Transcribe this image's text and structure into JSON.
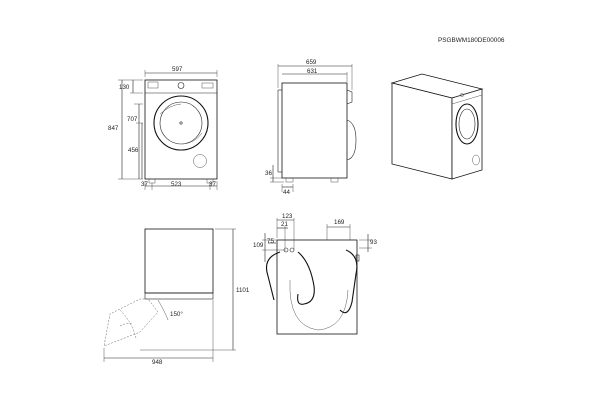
{
  "doc_code": "PSGBWM180DE00006",
  "front_view": {
    "width": "597",
    "height_total": "847",
    "height_door_top": "707",
    "height_door_center": "456",
    "top_panel": "130",
    "foot_spacing": "523",
    "foot_left": "37",
    "foot_right": "37"
  },
  "side_view": {
    "depth_total": "659",
    "depth_body": "631",
    "foot_height": "36",
    "foot_depth": "44"
  },
  "top_view": {
    "door_open_depth": "948",
    "door_angle": "150°",
    "height_with_door": "1101"
  },
  "rear_view": {
    "inlet_offset": "123",
    "inlet_spacing": "21",
    "hose_offset": "169",
    "hose_left": "75",
    "hose_right": "93",
    "hose_height": "109"
  }
}
